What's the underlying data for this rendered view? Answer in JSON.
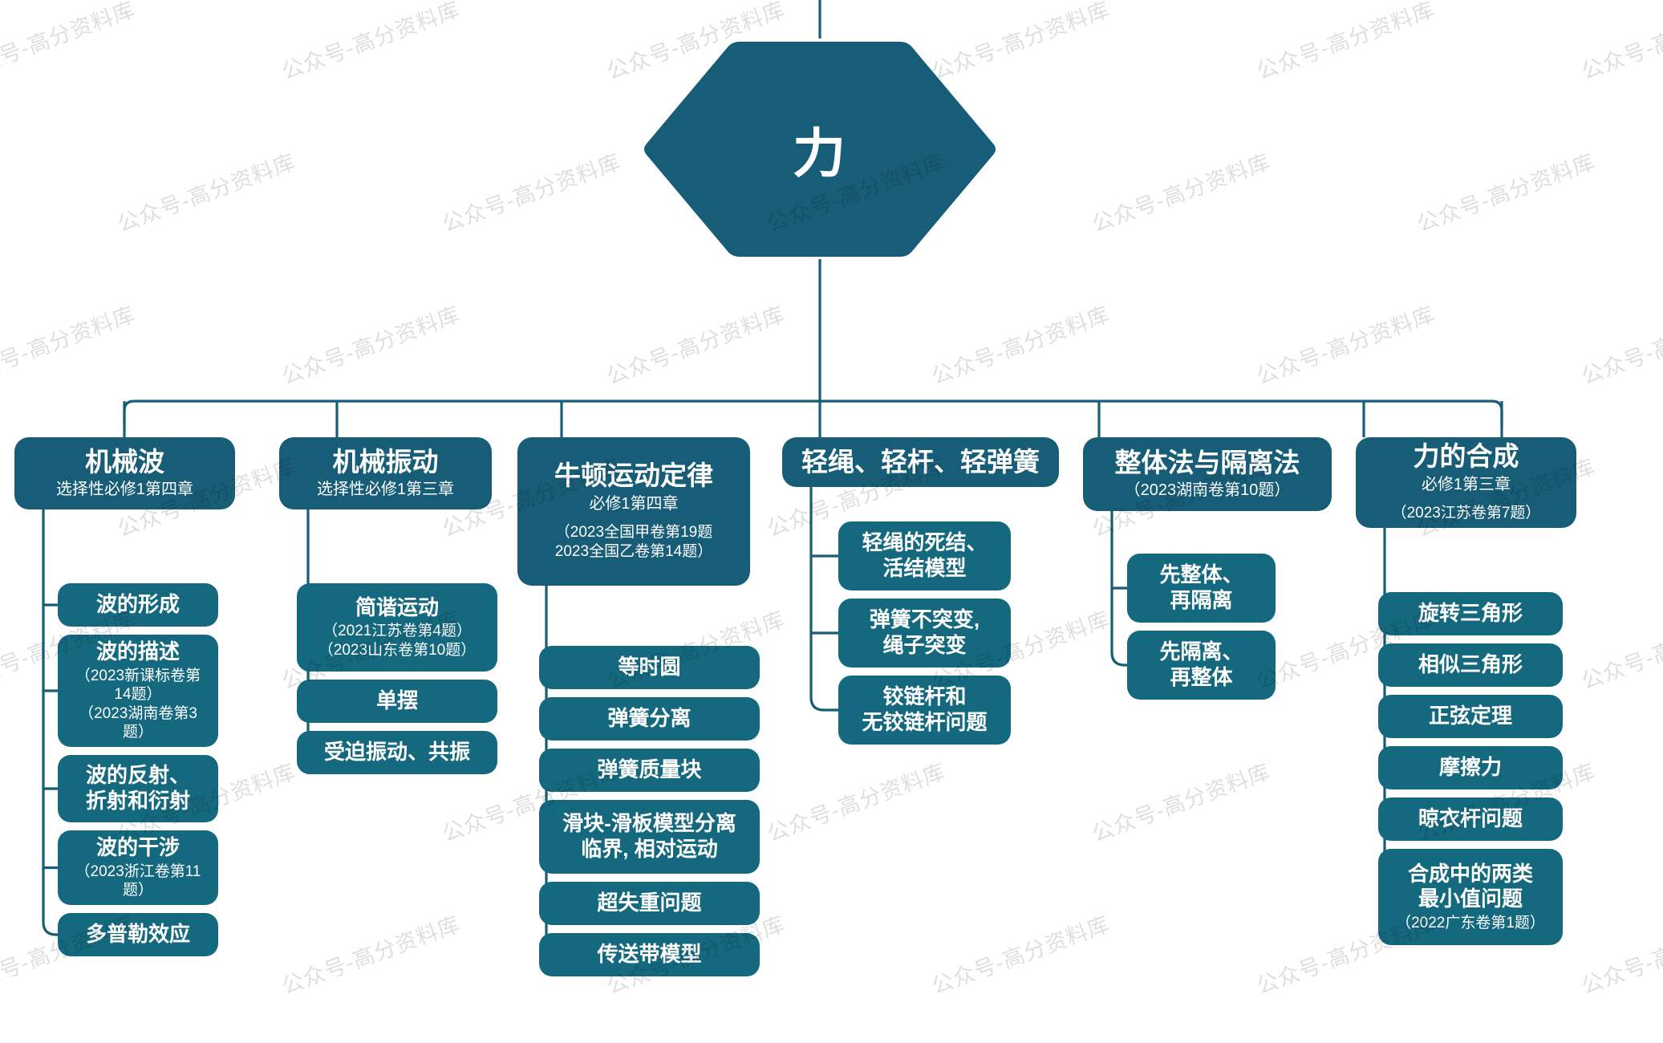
{
  "watermark": {
    "text": "公众号-高分资料库"
  },
  "root": {
    "label": "力",
    "shape": "hexagon",
    "color": "#185d77"
  },
  "colors": {
    "branch": "#185d77",
    "leaf": "#15697f",
    "line": "#185d77",
    "text": "#ffffff",
    "background": "#ffffff"
  },
  "branches": [
    {
      "id": "mechanical-wave",
      "title": "机械波",
      "subtitle": "选择性必修1第四章",
      "refs": [],
      "children": [
        {
          "title": "波的形成",
          "refs": []
        },
        {
          "title": "波的描述",
          "refs": [
            "（2023新课标卷第14题）",
            "（2023湖南卷第3题）"
          ]
        },
        {
          "title": "波的反射、\n折射和衍射",
          "refs": []
        },
        {
          "title": "波的干涉",
          "refs": [
            "（2023浙江卷第11题）"
          ]
        },
        {
          "title": "多普勒效应",
          "refs": []
        }
      ]
    },
    {
      "id": "mechanical-vibration",
      "title": "机械振动",
      "subtitle": "选择性必修1第三章",
      "refs": [],
      "children": [
        {
          "title": "简谐运动",
          "refs": [
            "（2021江苏卷第4题）",
            "（2023山东卷第10题）"
          ]
        },
        {
          "title": "单摆",
          "refs": []
        },
        {
          "title": "受迫振动、共振",
          "refs": []
        }
      ]
    },
    {
      "id": "newtons-laws",
      "title": "牛顿运动定律",
      "subtitle": "必修1第四章",
      "refs": [
        "（2023全国甲卷第19题",
        "2023全国乙卷第14题）"
      ],
      "children": [
        {
          "title": "等时圆",
          "refs": []
        },
        {
          "title": "弹簧分离",
          "refs": []
        },
        {
          "title": "弹簧质量块",
          "refs": []
        },
        {
          "title": "滑块-滑板模型分离\n临界, 相对运动",
          "refs": []
        },
        {
          "title": "超失重问题",
          "refs": []
        },
        {
          "title": "传送带模型",
          "refs": []
        }
      ]
    },
    {
      "id": "light-rope-rod-spring",
      "title": "轻绳、轻杆、轻弹簧",
      "subtitle": "",
      "refs": [],
      "children": [
        {
          "title": "轻绳的死结、\n活结模型",
          "refs": []
        },
        {
          "title": "弹簧不突变,\n绳子突变",
          "refs": []
        },
        {
          "title": "铰链杆和\n无铰链杆问题",
          "refs": []
        }
      ]
    },
    {
      "id": "whole-isolation-method",
      "title": "整体法与隔离法",
      "subtitle": "（2023湖南卷第10题）",
      "refs": [],
      "children": [
        {
          "title": "先整体、\n再隔离",
          "refs": []
        },
        {
          "title": "先隔离、\n再整体",
          "refs": []
        }
      ]
    },
    {
      "id": "force-composition",
      "title": "力的合成",
      "subtitle": "必修1第三章",
      "refs": [
        "（2023江苏卷第7题）"
      ],
      "children": [
        {
          "title": "旋转三角形",
          "refs": []
        },
        {
          "title": "相似三角形",
          "refs": []
        },
        {
          "title": "正弦定理",
          "refs": []
        },
        {
          "title": "摩擦力",
          "refs": []
        },
        {
          "title": "晾衣杆问题",
          "refs": []
        },
        {
          "title": "合成中的两类\n最小值问题",
          "refs": [
            "（2022广东卷第1题）"
          ]
        }
      ]
    }
  ]
}
